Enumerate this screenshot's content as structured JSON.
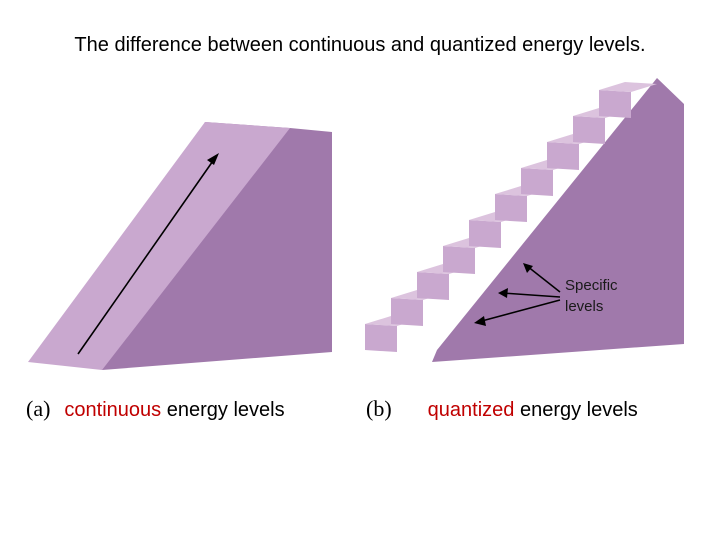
{
  "title": "The difference between continuous and quantized energy levels.",
  "panel_a": {
    "letter": "(a)",
    "highlight": "continuous",
    "rest": " energy levels"
  },
  "panel_b": {
    "letter": "(b)",
    "highlight": "quantized",
    "rest": " energy levels"
  },
  "annotation": {
    "line1": "Specific",
    "line2": "levels"
  },
  "colors": {
    "light_face": "#c9a8cf",
    "top_face": "#dcc3de",
    "dark_face": "#a079ab",
    "highlight_text": "#c00000"
  }
}
